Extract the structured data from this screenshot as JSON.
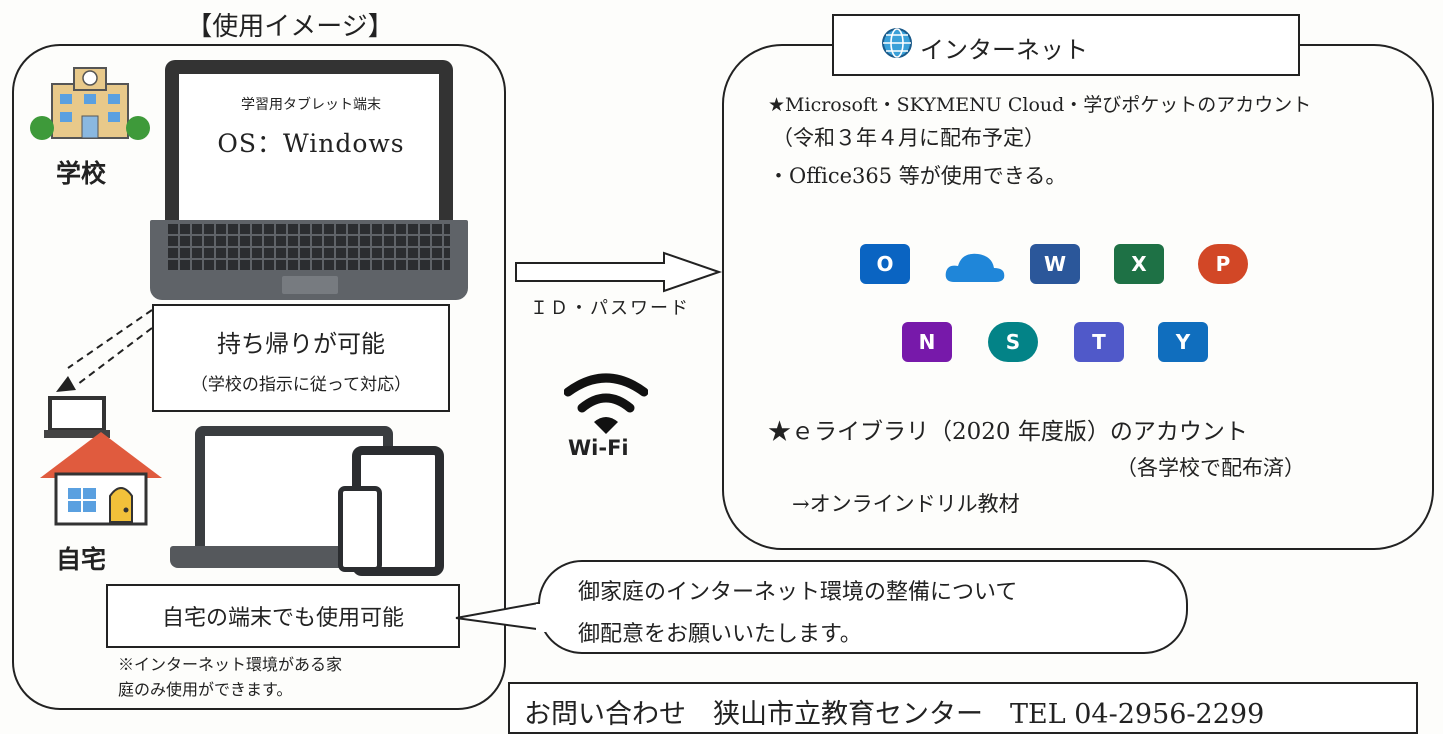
{
  "usage": {
    "title": "【使用イメージ】",
    "school_label": "学校",
    "home_label": "自宅",
    "device_caption": "学習用タブレット端末",
    "device_os": "OS：Windows",
    "takehome_main": "持ち帰りが可能",
    "takehome_sub": "（学校の指示に従って対応）",
    "home_use": "自宅の端末でも使用可能",
    "home_note_1": "※インターネット環境がある家",
    "home_note_2": "庭のみ使用ができます。"
  },
  "connection": {
    "arrow_label": "ＩＤ・パスワード",
    "wifi_label": "Wi-Fi"
  },
  "internet": {
    "title": "インターネット",
    "line1": "★Microsoft・SKYMENU Cloud・学びポケットのアカウント",
    "line2": "（令和３年４月に配布予定）",
    "line3": "・Office365 等が使用できる。",
    "line4": "★ｅライブラリ（2020 年度版）のアカウント",
    "line5": "（各学校で配布済）",
    "line6": "→オンラインドリル教材",
    "apps": [
      {
        "name": "outlook",
        "letter": "O",
        "color": "#0a64c2"
      },
      {
        "name": "onedrive",
        "letter": "",
        "color": "#1f86d9"
      },
      {
        "name": "word",
        "letter": "W",
        "color": "#2b579a"
      },
      {
        "name": "excel",
        "letter": "X",
        "color": "#1e7145"
      },
      {
        "name": "powerpoint",
        "letter": "P",
        "color": "#d24726"
      },
      {
        "name": "onenote",
        "letter": "N",
        "color": "#7719aa"
      },
      {
        "name": "sharepoint",
        "letter": "S",
        "color": "#038387"
      },
      {
        "name": "teams",
        "letter": "T",
        "color": "#5059c9"
      },
      {
        "name": "yammer",
        "letter": "Y",
        "color": "#106ebe"
      }
    ]
  },
  "notice": {
    "line1": "御家庭のインターネット環境の整備について",
    "line2": "御配意をお願いいたします。"
  },
  "contact": {
    "text": "お問い合わせ　狭山市立教育センター　TEL 04-2956-2299"
  }
}
